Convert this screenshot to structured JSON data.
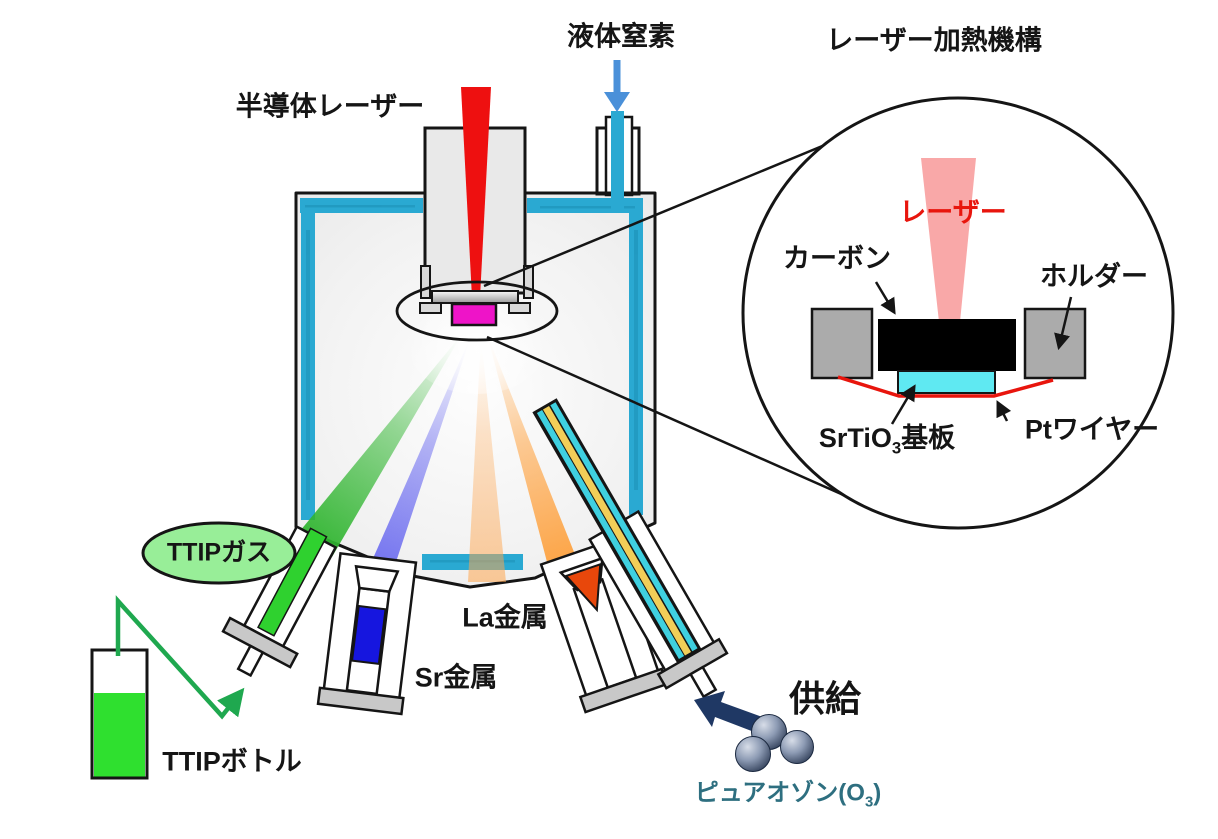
{
  "labels": {
    "semiconductor_laser": "半導体レーザー",
    "liquid_nitrogen": "液体窒素",
    "laser_heating_mechanism": "レーザー加熱機構",
    "laser": "レーザー",
    "carbon": "カーボン",
    "holder": "ホルダー",
    "substrate_prefix": "SrTiO",
    "substrate_sub": "3",
    "substrate_suffix": "基板",
    "pt_wire": "Ptワイヤー",
    "ttip_gas": "TTIPガス",
    "ttip_bottle": "TTIPボトル",
    "sr_metal": "Sr金属",
    "la_metal": "La金属",
    "supply": "供給",
    "pure_ozone_prefix": "ピュアオゾン(O",
    "pure_ozone_sub": "3",
    "pure_ozone_suffix": ")"
  },
  "colors": {
    "laser_red": "#ee1010",
    "zoom_laser_pink": "#f9a8a8",
    "sample_magenta": "#ee14c8",
    "cooling_cyan": "#2aa9d2",
    "substrate_cyan": "#5fe9f2",
    "ln2_arrow_blue": "#4a90d9",
    "sr_blue": "#1616df",
    "la_cone_orange": "#e8470b",
    "ozone_tube_yellow": "#f2ce58",
    "ozone_tube_cyan": "#3fd0e0",
    "ttip_green": "#2fd12f",
    "ttip_arrow_green": "#1fa84f",
    "ttip_ellipse_green": "#98ee98",
    "supply_navy": "#1f3864",
    "ozone_text_teal": "#2e6f80",
    "holder_gray": "#ababab",
    "flange_gray": "#c8c8c8"
  }
}
